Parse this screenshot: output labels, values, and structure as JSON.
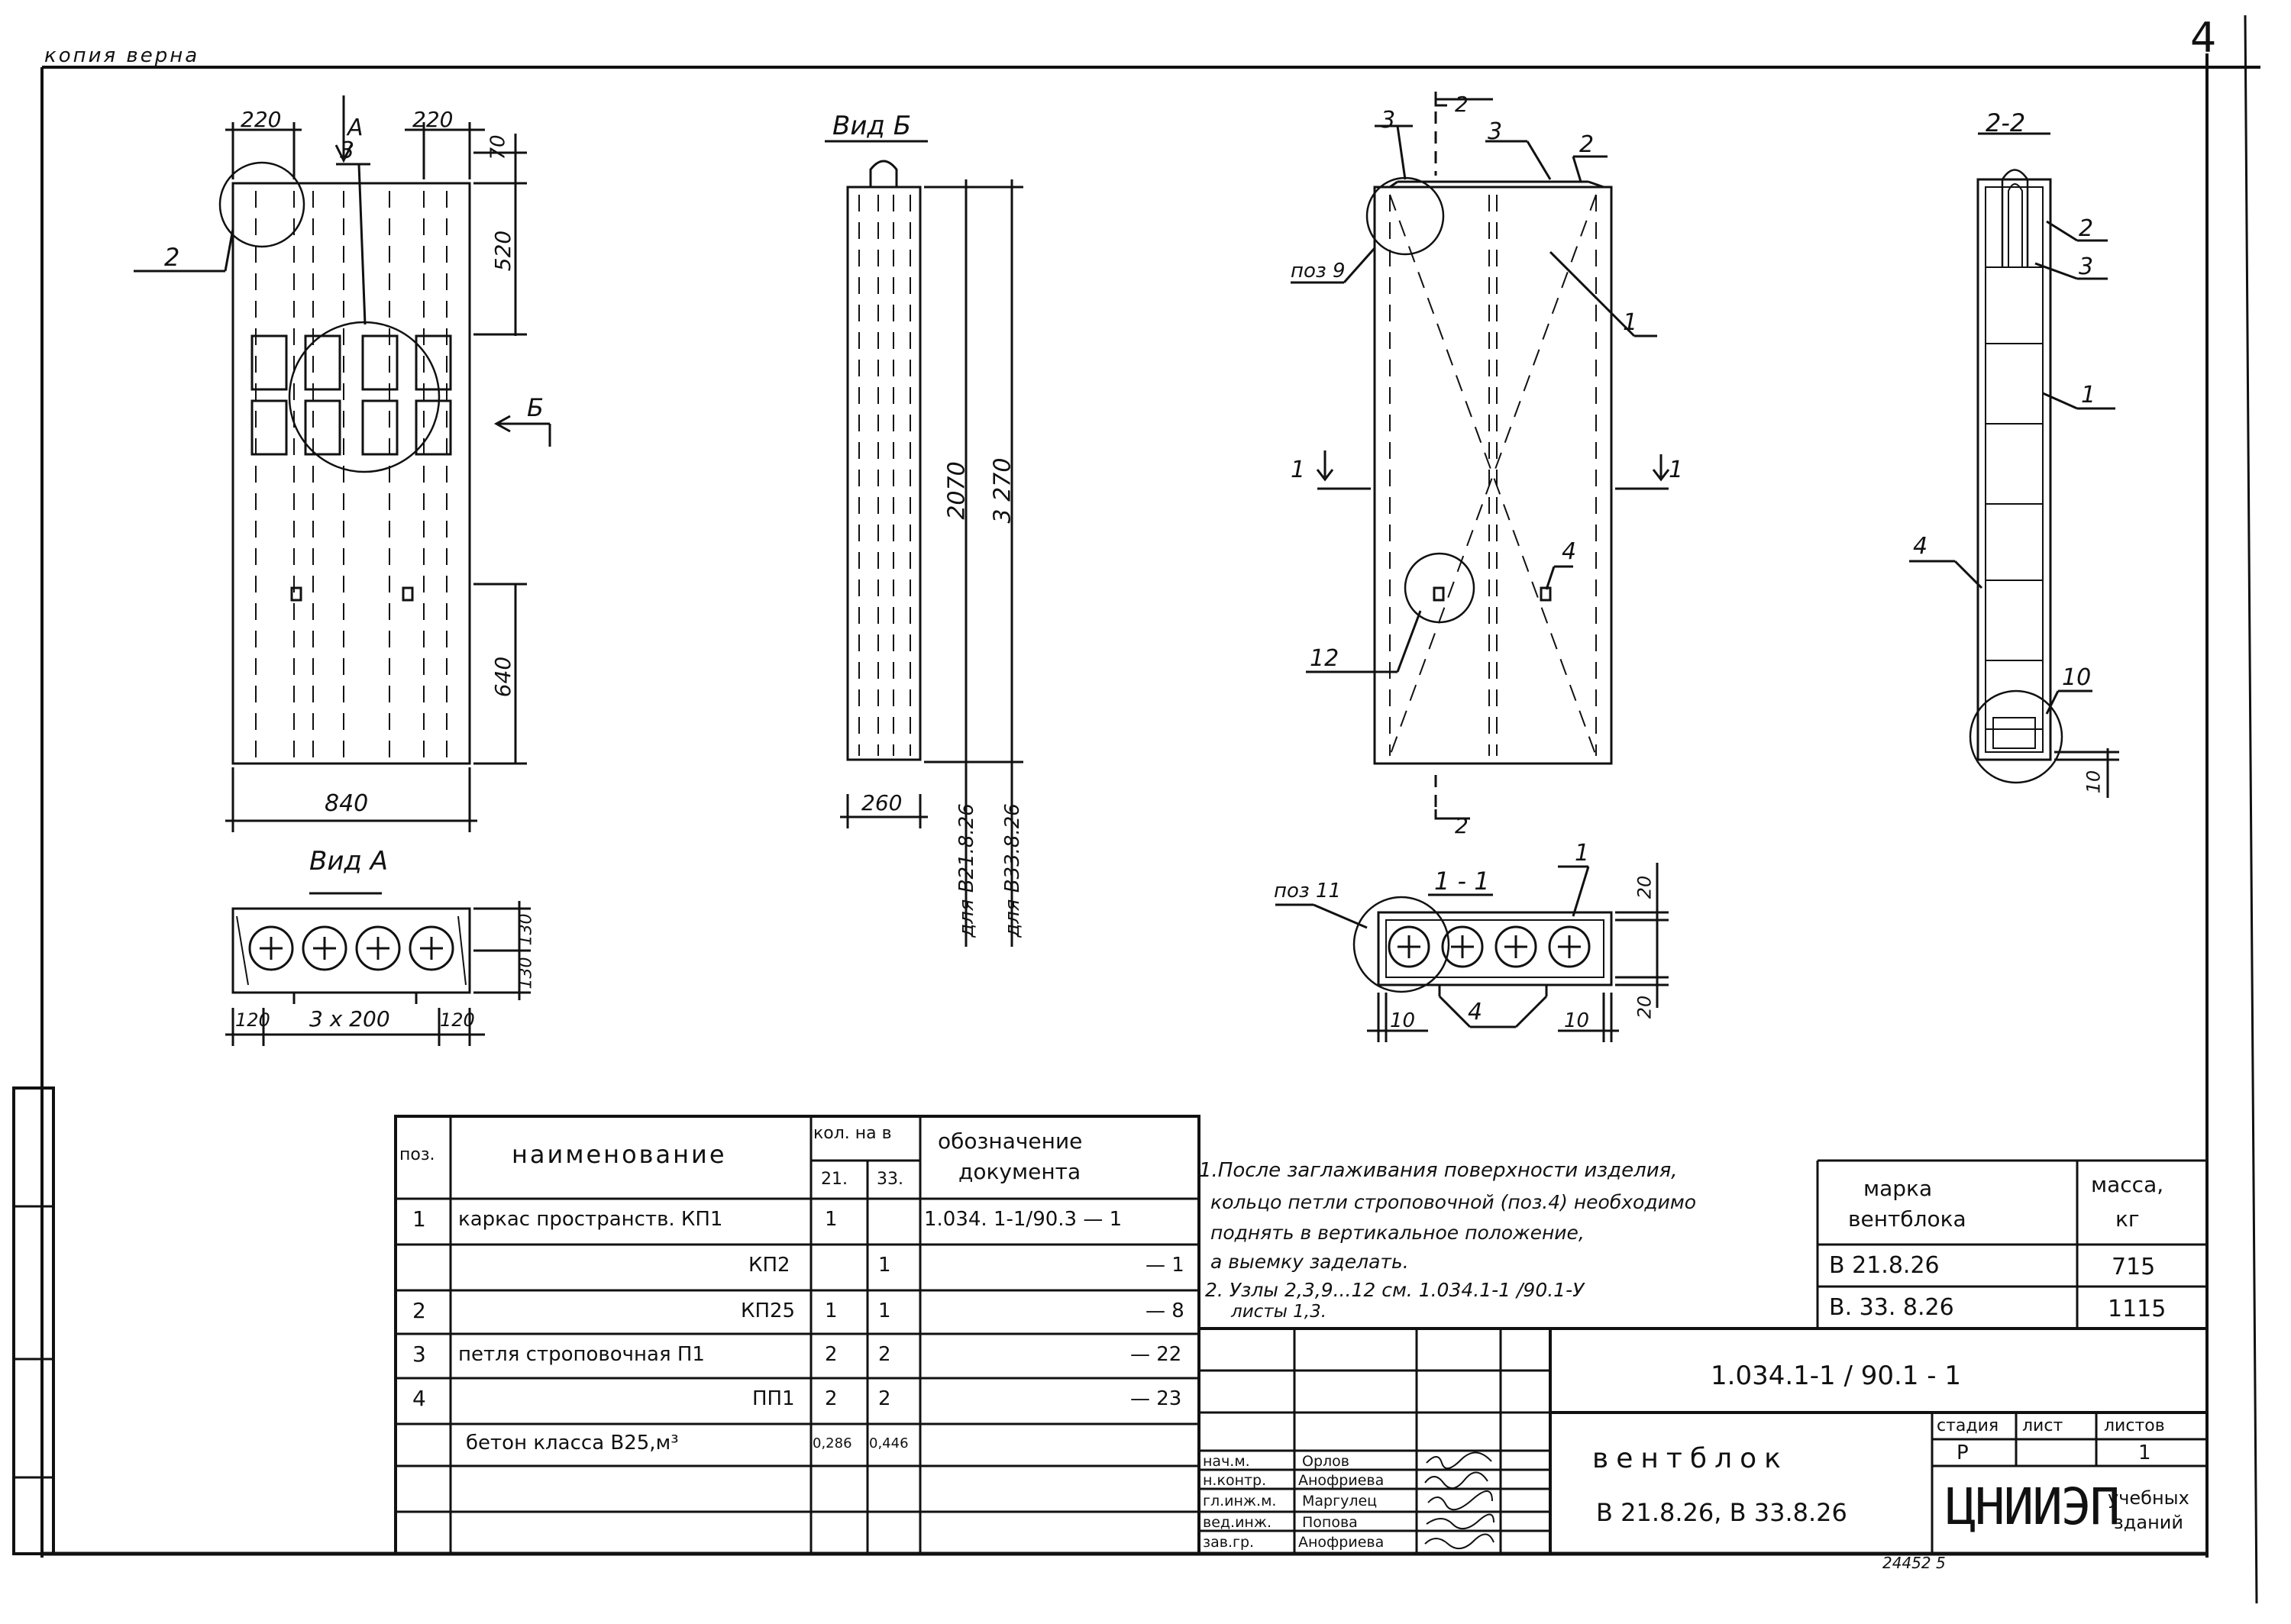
{
  "header": {
    "copy_mark": "копия верна",
    "sheet_number": "4"
  },
  "views": {
    "vid_a": "Вид А",
    "vid_b": "Вид Б",
    "section_22": "2-2",
    "section_11": "1 - 1"
  },
  "dims": {
    "d220_left": "220",
    "d220_right": "220",
    "d70": "70",
    "d520": "520",
    "d640": "640",
    "d840": "840",
    "d2070": "2070",
    "d3270": "3 270",
    "d260": "260",
    "dla_21": "для В21.8.26",
    "dla_33": "для В33.8.26",
    "d120_l": "120",
    "d3x200": "3 x 200",
    "d120_r": "120",
    "d130_a": "130",
    "d130_b": "130",
    "d20_top": "20",
    "d20_bot": "20",
    "d10_l": "10",
    "d10_r": "10",
    "d10_v": "10"
  },
  "callouts": {
    "c_a": "А",
    "c_b": "Б",
    "c2_left": "2",
    "c3_left": "3",
    "c3_mid": "3",
    "c2_mid_top": "2",
    "c3_mid2": "3",
    "c2_mid_r": "2",
    "c_poz9": "поз 9",
    "c1_mid": "1",
    "c1_l": "1",
    "c1_r": "1",
    "c4_mid": "4",
    "c12": "12",
    "c2_bottom": "2",
    "c_poz11": "поз 11",
    "c1_sec": "1",
    "c4_sec": "4",
    "r2": "2",
    "r3": "3",
    "r1": "1",
    "r4": "4",
    "r10": "10"
  },
  "spec_table": {
    "h_poz": "поз.",
    "h_name": "наименование",
    "h_kol": "кол. на в",
    "h_21": "21.",
    "h_33": "33.",
    "h_doc1": "обозначение",
    "h_doc2": "документа",
    "rows": [
      {
        "poz": "1",
        "name": "каркас пространств. КП1",
        "q21": "1",
        "q33": "",
        "doc": "1.034. 1-1/90.3 — 1"
      },
      {
        "poz": "",
        "name": "КП2",
        "q21": "",
        "q33": "1",
        "doc": "— 1"
      },
      {
        "poz": "2",
        "name": "КП25",
        "q21": "1",
        "q33": "1",
        "doc": "— 8"
      },
      {
        "poz": "3",
        "name": "петля строповочная П1",
        "q21": "2",
        "q33": "2",
        "doc": "— 22"
      },
      {
        "poz": "4",
        "name": "ПП1",
        "q21": "2",
        "q33": "2",
        "doc": "— 23"
      },
      {
        "poz": "",
        "name": "бетон класса В25,м³",
        "q21": "0,286",
        "q33": "0,446",
        "doc": ""
      }
    ]
  },
  "notes": {
    "n1": "1.После заглаживания поверхности изделия,",
    "n2": "кольцо петли строповочной (поз.4) необходимо",
    "n3": "поднять в вертикальное положение,",
    "n4": "а выемку заделать.",
    "n5": "2. Узлы 2,3,9...12 см. 1.034.1-1 /90.1-У",
    "n6": "листы 1,3."
  },
  "mass_table": {
    "h_mark1": "марка",
    "h_mark2": "вентблока",
    "h_mass1": "масса,",
    "h_mass2": "кг",
    "rows": [
      {
        "mark": "В 21.8.26",
        "mass": "715"
      },
      {
        "mark": "В. 33. 8.26",
        "mass": "1115"
      }
    ]
  },
  "title_block": {
    "code": "1.034.1-1 / 90.1 - 1",
    "name": "вентблок",
    "marks": "В 21.8.26, В 33.8.26",
    "h_stage": "стадия",
    "h_sheet": "лист",
    "h_sheets": "листов",
    "stage": "Р",
    "sheet": "1",
    "org": "ЦНИИЭП",
    "org_sub1": "учебных",
    "org_sub2": "зданий",
    "staff": [
      {
        "role": "нач.м.",
        "name": "Орлов"
      },
      {
        "role": "н.контр.",
        "name": "Анофриева"
      },
      {
        "role": "гл.инж.м.",
        "name": "Маргулец"
      },
      {
        "role": "вед.инж.",
        "name": "Попова"
      },
      {
        "role": "зав.гр.",
        "name": "Анофриева"
      }
    ],
    "inventory": "24452  5"
  }
}
